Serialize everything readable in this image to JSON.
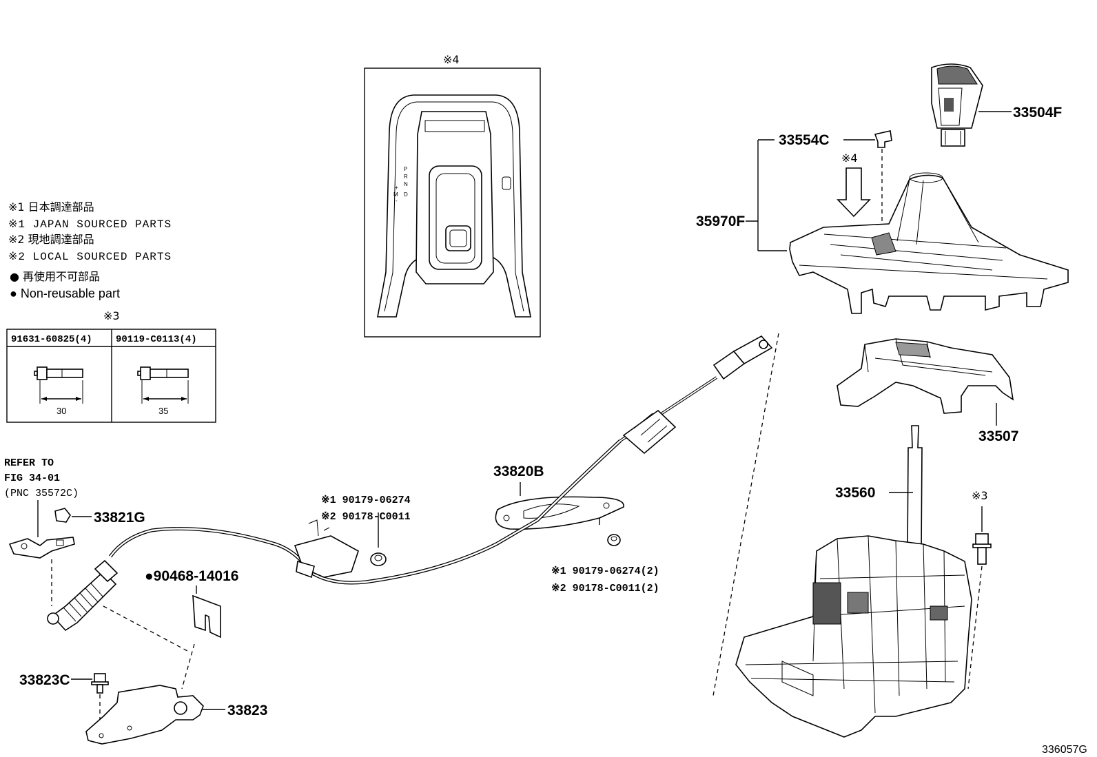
{
  "legend": {
    "jp_sourced_jp": "※1 日本調達部品",
    "jp_sourced_en": "※1 JAPAN SOURCED PARTS",
    "local_sourced_jp": "※2 現地調達部品",
    "local_sourced_en": "※2 LOCAL SOURCED PARTS",
    "non_reusable_jp": "● 再使用不可部品",
    "non_reusable_en": "● Non-reusable part"
  },
  "bolt_table": {
    "mark": "※3",
    "col1_part": "91631-60825(4)",
    "col1_length": "30",
    "col2_part": "90119-C0113(4)",
    "col2_length": "35"
  },
  "inset": {
    "mark": "※4",
    "gear_letters": [
      "P",
      "R",
      "N",
      "D"
    ],
    "manual_letters": [
      "+",
      "M",
      "-"
    ]
  },
  "parts": {
    "p33504F": "33504F",
    "p33554C": "33554C",
    "mark4_arrow": "※4",
    "p35970F": "35970F",
    "p33507": "33507",
    "p33560": "33560",
    "mark3_bolt": "※3",
    "p33820B": "33820B",
    "nut_a_line1": "※1 90179-06274",
    "nut_a_line2": "※2 90178-C0011",
    "nut_b_line1": "※1 90179-06274(2)",
    "nut_b_line2": "※2 90178-C0011(2)",
    "refer_line1": "REFER TO",
    "refer_line2": "FIG 34-01",
    "refer_line3": "(PNC 35572C)",
    "p33821G": "33821G",
    "p90468": "●90468-14016",
    "p33823C": "33823C",
    "p33823": "33823"
  },
  "figure_id": "336057G"
}
